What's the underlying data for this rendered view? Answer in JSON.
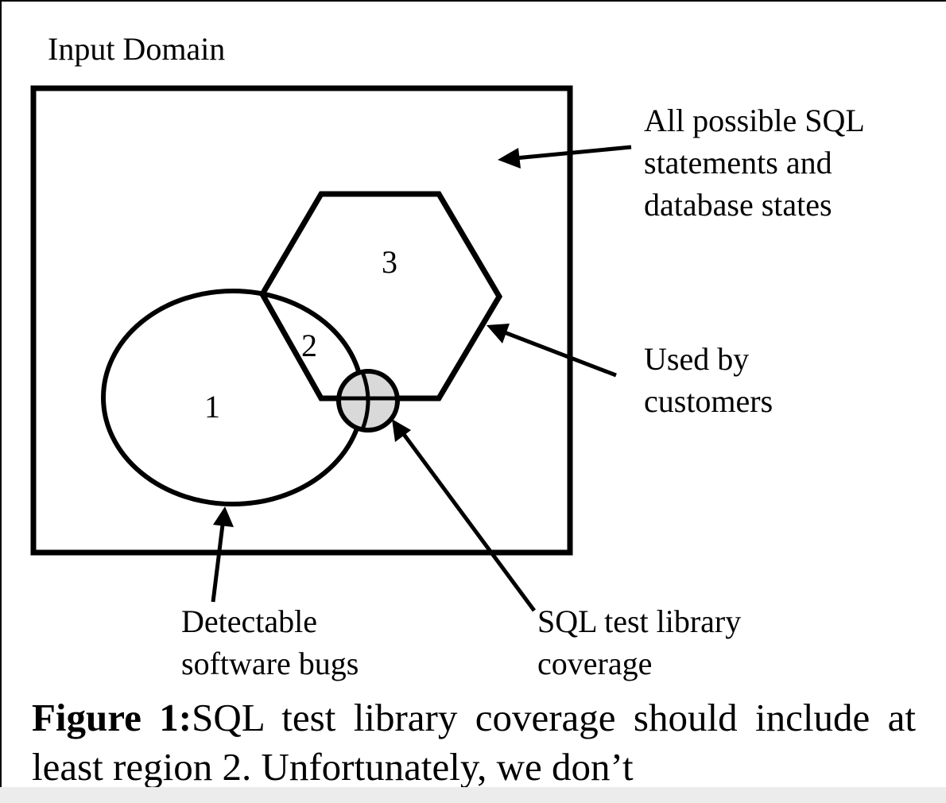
{
  "diagram": {
    "domain_label": "Input Domain",
    "all_sql_lines": [
      "All possible SQL",
      "statements and",
      "database states"
    ],
    "used_lines": [
      "Used by",
      "customers"
    ],
    "bugs_lines": [
      "Detectable",
      "software bugs"
    ],
    "coverage_lines": [
      "SQL test library",
      "coverage"
    ],
    "region_1": "1",
    "region_2": "2",
    "region_3": "3",
    "coverage_fill": "#d9d9d9"
  },
  "caption": {
    "label": "Figure 1:",
    "text": "SQL test library coverage should include at least region 2. Unfortunately, we don’t"
  }
}
